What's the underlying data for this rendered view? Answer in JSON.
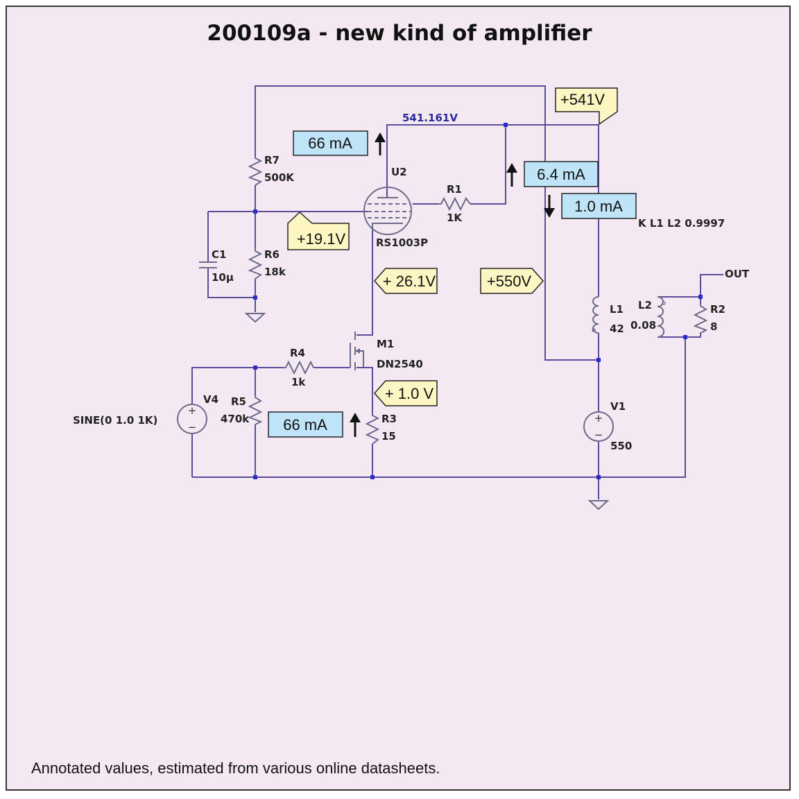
{
  "title": "200109a - new kind of amplifier",
  "footer": "Annotated values, estimated from various online datasheets.",
  "node_voltage": "541.161V",
  "components": {
    "r7": {
      "name": "R7",
      "value": "500K"
    },
    "r6": {
      "name": "R6",
      "value": "18k"
    },
    "c1": {
      "name": "C1",
      "value": "10µ"
    },
    "u2": {
      "name": "U2",
      "value": "RS1003P"
    },
    "r1": {
      "name": "R1",
      "value": "1K"
    },
    "m1": {
      "name": "M1",
      "value": "DN2540"
    },
    "r4": {
      "name": "R4",
      "value": "1k"
    },
    "r5": {
      "name": "R5",
      "value": "470k"
    },
    "v4": {
      "name": "V4",
      "value": "SINE(0 1.0 1K)"
    },
    "r3": {
      "name": "R3",
      "value": "15"
    },
    "l1": {
      "name": "L1",
      "value": "42"
    },
    "l2": {
      "name": "L2",
      "value": "0.08"
    },
    "r2": {
      "name": "R2",
      "value": "8"
    },
    "v1": {
      "name": "V1",
      "value": "550"
    },
    "coupling": "K L1 L2 0.9997",
    "out": "OUT"
  },
  "annotations": {
    "i_plate": "66 mA",
    "i_r1": "6.4 mA",
    "i_bias": "1.0 mA",
    "i_source": "66 mA",
    "v_plate": "+541V",
    "v_grid": "+19.1V",
    "v_cathode": "+ 26.1V",
    "v_supply": "+550V",
    "v_source": "+ 1.0 V"
  },
  "colors": {
    "background": "#f4e8f3",
    "wire": "#5a4c9a",
    "current_box": "#bfe3f7",
    "voltage_box": "#fdf6c3"
  }
}
